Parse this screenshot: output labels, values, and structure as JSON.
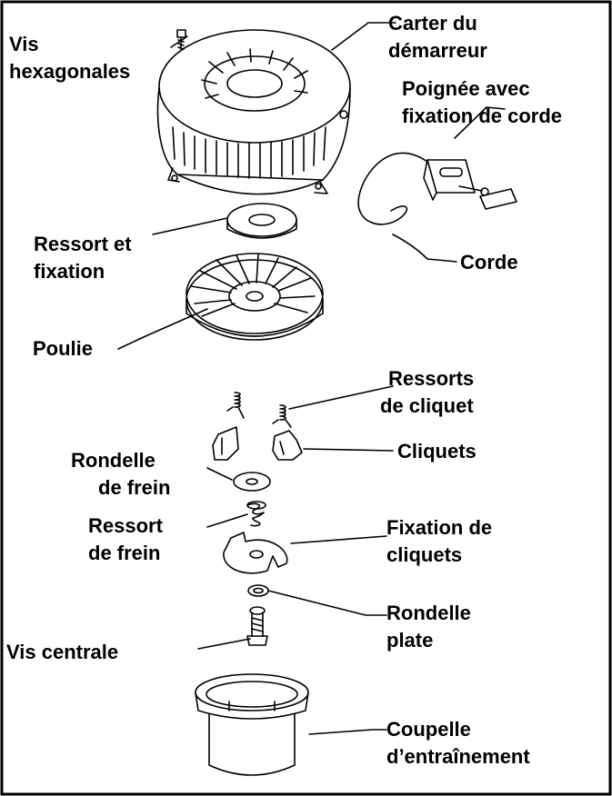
{
  "labels": {
    "vis_hex": [
      "Vis",
      "hexagonales"
    ],
    "carter": [
      "Carter du",
      "démarreur"
    ],
    "poignee": [
      "Poignée avec",
      "fixation de corde"
    ],
    "ressort_fixation": [
      "Ressort et",
      "fixation"
    ],
    "corde": [
      "Corde"
    ],
    "poulie": [
      "Poulie"
    ],
    "ressorts_cliquet": [
      "Ressorts",
      "de cliquet"
    ],
    "cliquets": [
      "Cliquets"
    ],
    "rondelle_frein": [
      "Rondelle",
      "de frein"
    ],
    "ressort_frein": [
      "Ressort",
      "de frein"
    ],
    "fixation_cliquets": [
      "Fixation de",
      "cliquets"
    ],
    "rondelle_plate": [
      "Rondelle",
      "plate"
    ],
    "vis_centrale": [
      "Vis centrale"
    ],
    "coupelle": [
      "Coupelle",
      "d’entraînement"
    ]
  }
}
